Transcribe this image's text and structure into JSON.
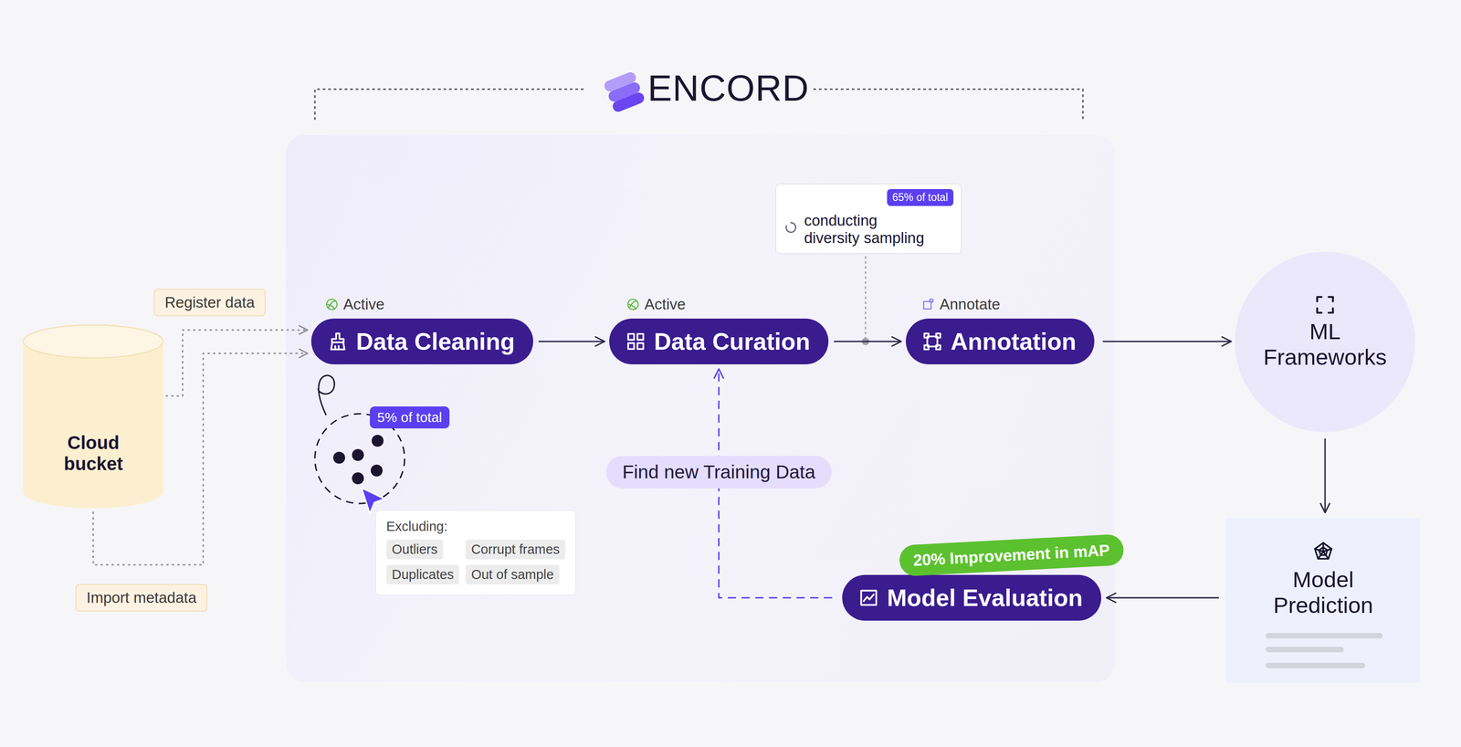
{
  "diagram": {
    "nodes": [
      {
        "text": [
          "Cloud bucket"
        ]
      },
      {
        "text": [
          "ENCORD"
        ]
      },
      {
        "text": [
          "Active",
          "Data Cleaning"
        ],
        "in": 1
      },
      {
        "text": [
          "Excluding:"
        ],
        "in": 1
      },
      {
        "text": [
          "Outliers"
        ],
        "in": 3
      },
      {
        "text": [
          "Corrupt frames"
        ],
        "in": 3
      },
      {
        "text": [
          "Duplicates"
        ],
        "in": 3
      },
      {
        "text": [
          "Out of sample"
        ],
        "in": 3
      },
      {
        "text": [
          "Active",
          "Data Curation"
        ],
        "in": 1
      },
      {
        "text": [
          "65% of total",
          "conducting diversity sampling"
        ],
        "in": 1
      },
      {
        "text": [
          "Annotate",
          "Annotation"
        ],
        "in": 1
      },
      {
        "text": [
          "Model Evaluation"
        ],
        "in": 1
      },
      {
        "text": [
          "ML Frameworks"
        ]
      },
      {
        "text": [
          "Model Prediction"
        ]
      }
    ],
    "edges": [
      {
        "from": 0,
        "to": 2,
        "label": "Register data",
        "arrow": "to"
      },
      {
        "from": 0,
        "to": 2,
        "label": "Import metadata",
        "arrow": "to"
      },
      {
        "from": 2,
        "to": 8,
        "arrow": "to"
      },
      {
        "from": 8,
        "to": 10,
        "arrow": "to"
      },
      {
        "from": 10,
        "to": 12,
        "arrow": "to"
      },
      {
        "from": 12,
        "to": 13,
        "arrow": "to"
      },
      {
        "from": 13,
        "to": 11,
        "arrow": "to"
      },
      {
        "from": 11,
        "to": 8,
        "label": "Find new Training Data",
        "arrow": "to"
      }
    ],
    "labels": [
      "5% of total",
      "20% Improvement in mAP"
    ]
  }
}
